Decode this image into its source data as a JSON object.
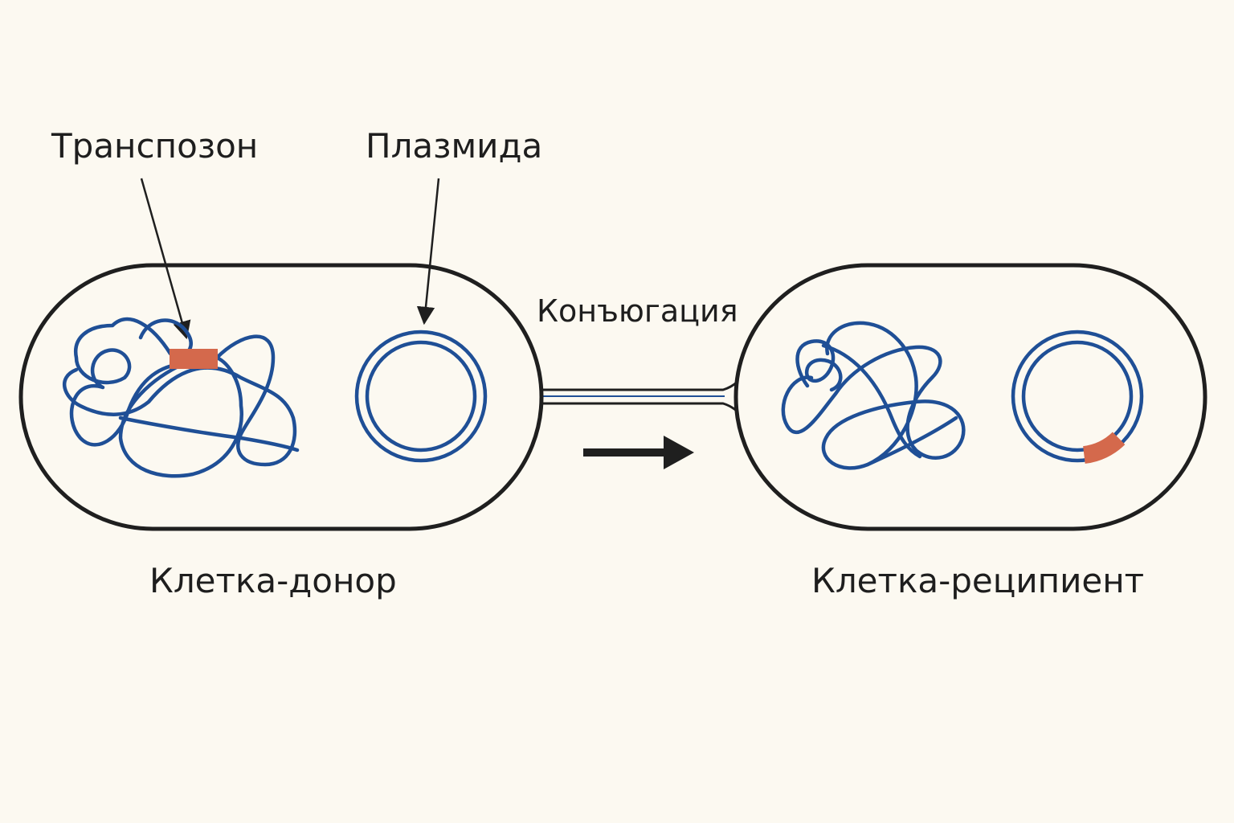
{
  "labels": {
    "transposon": "Транспозон",
    "plasmid": "Плазмида",
    "conjugation": "Конъюгация",
    "donor_cell": "Клетка-донор",
    "recipient_cell": "Клетка-реципиент"
  },
  "colors": {
    "background": "#fcf9f1",
    "dna": "#1f4f96",
    "transposon": "#d4694c",
    "outline": "#1f1f1f",
    "text": "#1e1e1e"
  },
  "icons": {
    "transfer_arrow": "arrow-right-icon"
  }
}
